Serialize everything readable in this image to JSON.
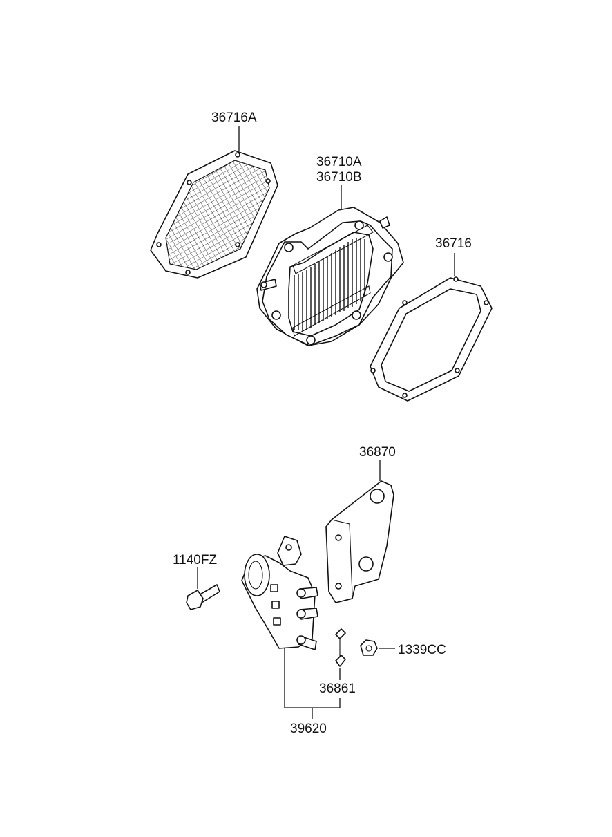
{
  "labels": {
    "gasket_front": "36716A",
    "core_a": "36710A",
    "core_b": "36710B",
    "gasket_rear": "36716",
    "bracket": "36870",
    "bolt": "1140FZ",
    "nut": "1339CC",
    "clip": "36861",
    "assembly": "39620"
  }
}
